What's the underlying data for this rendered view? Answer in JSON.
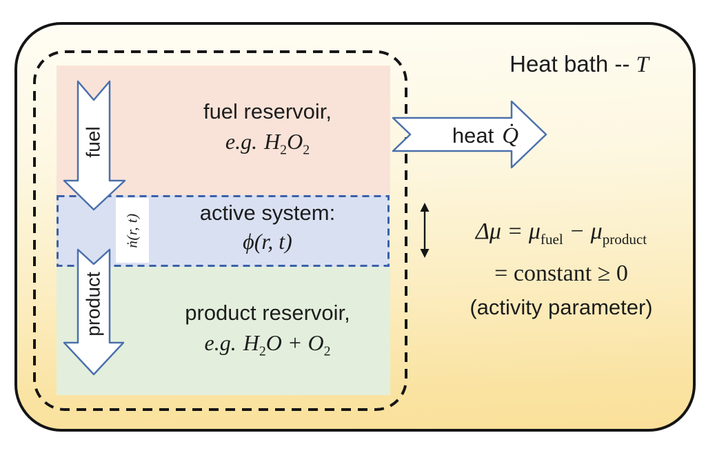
{
  "colors": {
    "bath_gradient_top": "#fffdf4",
    "bath_gradient_bottom": "#fae09a",
    "fuel_region_bg": "#f9e3d8",
    "active_region_bg": "#d9e0f2",
    "product_region_bg": "#e3efdc",
    "active_border_blue": "#3c60a8",
    "arrow_outline_blue": "#4a70ab",
    "outline_black": "#151515"
  },
  "heat_bath": {
    "title": "Heat bath --",
    "temperature_symbol": "T"
  },
  "heat_arrow": {
    "label": "heat",
    "rate_symbol": "Q̇"
  },
  "fuel_arrow": {
    "label": "fuel"
  },
  "product_arrow": {
    "label": "product"
  },
  "exchange_label": "ṅ(r, t)",
  "regions": {
    "fuel": {
      "title": "fuel reservoir,",
      "example_prefix": "e.g.",
      "f1": "H",
      "s1": "2",
      "f2": "O",
      "s2": "2"
    },
    "active": {
      "title": "active system:",
      "field": "ϕ(r, t)"
    },
    "product": {
      "title": "product reservoir,",
      "example_prefix": "e.g.",
      "f1": "H",
      "s1": "2",
      "f2": "O + O",
      "s2": "2"
    }
  },
  "equation": {
    "l1a": "Δμ = μ",
    "l1b": "fuel",
    "l1c": " − μ",
    "l1d": "product",
    "line2": "= constant ≥ 0",
    "line3": "(activity parameter)"
  }
}
